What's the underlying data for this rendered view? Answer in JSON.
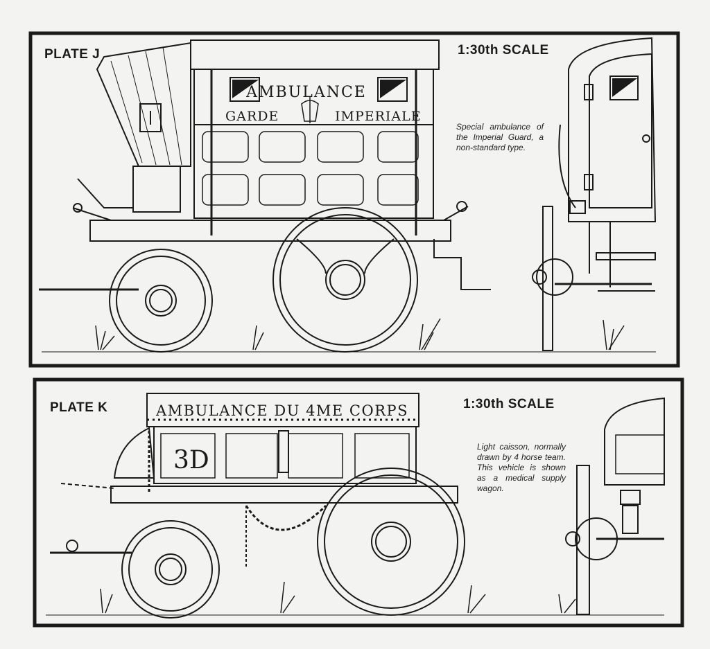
{
  "plates": [
    {
      "label": "PLATE J",
      "scale": "1:30th SCALE",
      "caption": "Special ambulance of the Imperial Guard, a non-standard type.",
      "inscription": {
        "top": "AMBULANCE",
        "left": "GARDE",
        "right": "IMPERIALE"
      }
    },
    {
      "label": "PLATE K",
      "scale": "1:30th SCALE",
      "caption": "Light caisson, normally drawn by 4 horse team. This vehicle is shown as a medical supply wagon.",
      "inscription": {
        "top": "AMBULANCE DU 4ME CORPS",
        "door": "3D"
      }
    }
  ],
  "colors": {
    "ink": "#1a1a1a",
    "paper": "#f3f3f1"
  }
}
